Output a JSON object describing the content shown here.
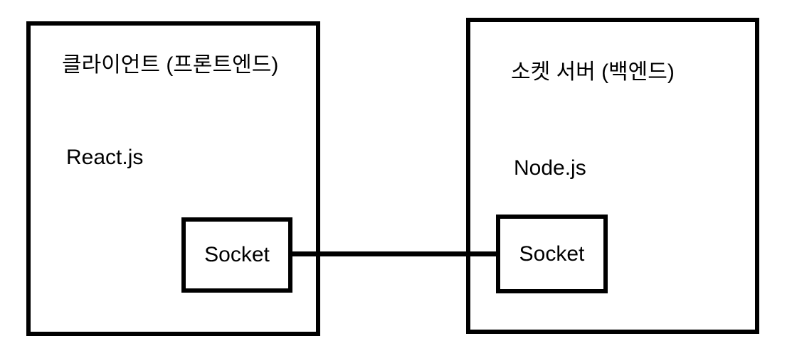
{
  "canvas": {
    "background_color": "#ffffff",
    "stroke_color": "#000000"
  },
  "client_box": {
    "title": "클라이언트 (프론트엔드)",
    "tech_label": "React.js",
    "socket": {
      "label": "Socket"
    }
  },
  "server_box": {
    "title": "소켓 서버 (백엔드)",
    "tech_label": "Node.js",
    "socket": {
      "label": "Socket"
    }
  }
}
